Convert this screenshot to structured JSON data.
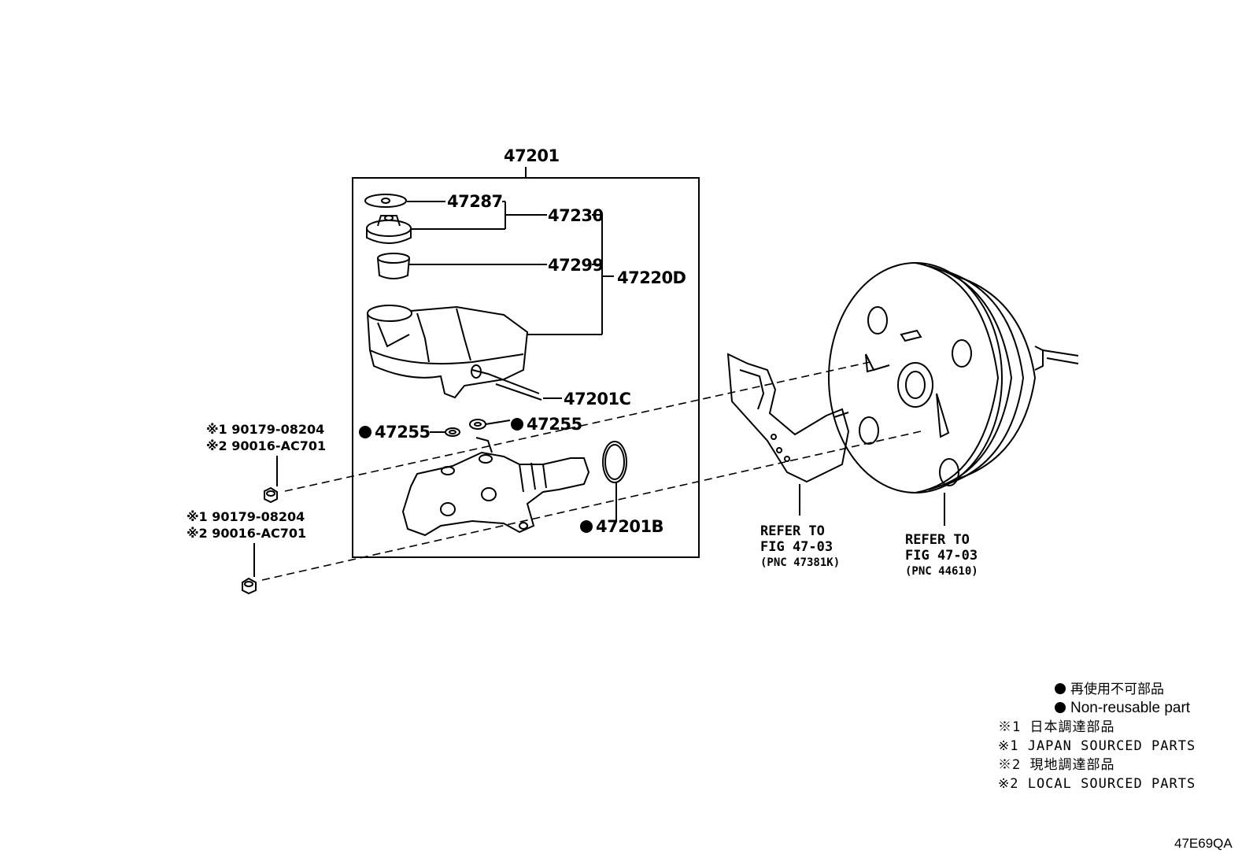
{
  "diagram": {
    "assembly_number": "47201",
    "parts": {
      "p47287": "47287",
      "p47230": "47230",
      "p47299": "47299",
      "p47220D": "47220D",
      "p47201C": "47201C",
      "p47255_left": "47255",
      "p47255_right": "47255",
      "p47201B": "47201B"
    },
    "nut_upper": {
      "line1": "※1 90179-08204",
      "line2": "※2 90016-AC701"
    },
    "nut_lower": {
      "line1": "※1 90179-08204",
      "line2": "※2 90016-AC701"
    },
    "refer_bracket": {
      "line1": "REFER TO",
      "line2": "FIG 47-03",
      "line3": "(PNC 47381K)"
    },
    "refer_booster": {
      "line1": "REFER TO",
      "line2": "FIG 47-03",
      "line3": "(PNC 44610)"
    }
  },
  "legend": {
    "nonreusable_jp": "再使用不可部品",
    "nonreusable_en": "Non-reusable part",
    "japan_jp": "※1 日本調達部品",
    "japan_en": "※1 JAPAN SOURCED PARTS",
    "local_jp": "※2 現地調達部品",
    "local_en": "※2 LOCAL SOURCED PARTS"
  },
  "illustration_code": "47E69QA"
}
